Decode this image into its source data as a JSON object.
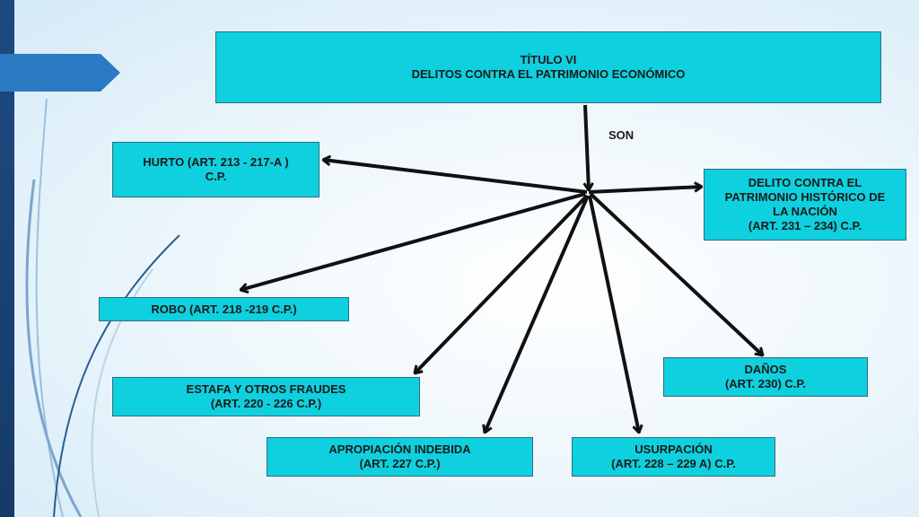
{
  "diagram": {
    "title": {
      "line1": "TÍTULO VI",
      "line2": "DELITOS CONTRA EL PATRIMONIO ECONÓMICO"
    },
    "connector_label": "SON",
    "nodes": {
      "hurto": {
        "line1": "HURTO (ART. 213 - 217-A )",
        "line2": "C.P."
      },
      "patrimonio_historico": {
        "line1": "DELITO CONTRA EL",
        "line2": "PATRIMONIO HISTÓRICO DE",
        "line3": "LA NACIÓN",
        "line4": "(ART. 231 – 234) C.P."
      },
      "robo": {
        "line1": "ROBO (ART. 218 -219 C.P.)"
      },
      "danos": {
        "line1": "DAÑOS",
        "line2": "(ART. 230) C.P."
      },
      "estafa": {
        "line1": "ESTAFA Y OTROS FRAUDES",
        "line2": "(ART. 220 - 226 C.P.)"
      },
      "apropiacion": {
        "line1": "APROPIACIÓN INDEBIDA",
        "line2": "(ART. 227 C.P.)"
      },
      "usurpacion": {
        "line1": "USURPACIÓN",
        "line2": "(ART. 228 – 229 A) C.P."
      }
    }
  },
  "colors": {
    "node_fill": "#0fd0de",
    "node_border": "#2c6f80",
    "arrow": "#111111",
    "left_bar": "#1e4a82",
    "left_tab": "#2a7bc4"
  }
}
